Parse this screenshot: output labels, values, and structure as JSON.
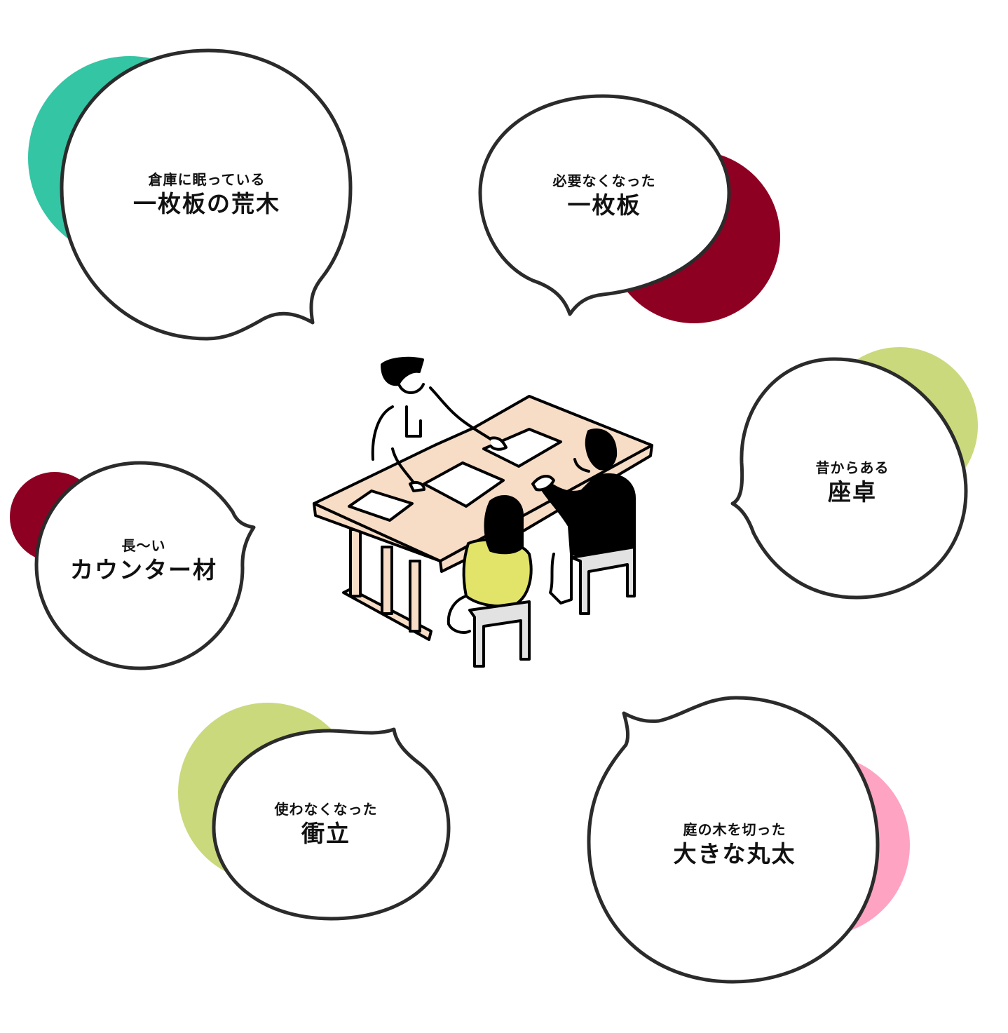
{
  "colors": {
    "teal": "#34c5a4",
    "crimson": "#8e0022",
    "lime": "#cad97c",
    "pink": "#ffa3c3",
    "outline": "#2b2b2b",
    "table": "#f7dcc6",
    "yellow_shirt": "#e2e46a",
    "stool": "#e2e2e2"
  },
  "bubbles": [
    {
      "id": "warehouse-slab",
      "sub": "倉庫に眠っている",
      "main": "一枚板の荒木",
      "accent": "teal"
    },
    {
      "id": "unneeded-slab",
      "sub": "必要なくなった",
      "main": "一枚板",
      "accent": "crimson"
    },
    {
      "id": "old-low-table",
      "sub": "昔からある",
      "main": "座卓",
      "accent": "lime"
    },
    {
      "id": "long-counter",
      "sub": "長～い",
      "main": "カウンター材",
      "accent": "crimson"
    },
    {
      "id": "unused-screen",
      "sub": "使わなくなった",
      "main": "衝立",
      "accent": "lime"
    },
    {
      "id": "garden-log",
      "sub": "庭の木を切った",
      "main": "大きな丸太",
      "accent": "pink"
    }
  ],
  "illustration": {
    "description": "consultation-at-table",
    "people": [
      "staff-member",
      "customer-woman-yellow",
      "customer-man-black"
    ],
    "objects": [
      "wooden-table",
      "papers",
      "stools"
    ]
  }
}
